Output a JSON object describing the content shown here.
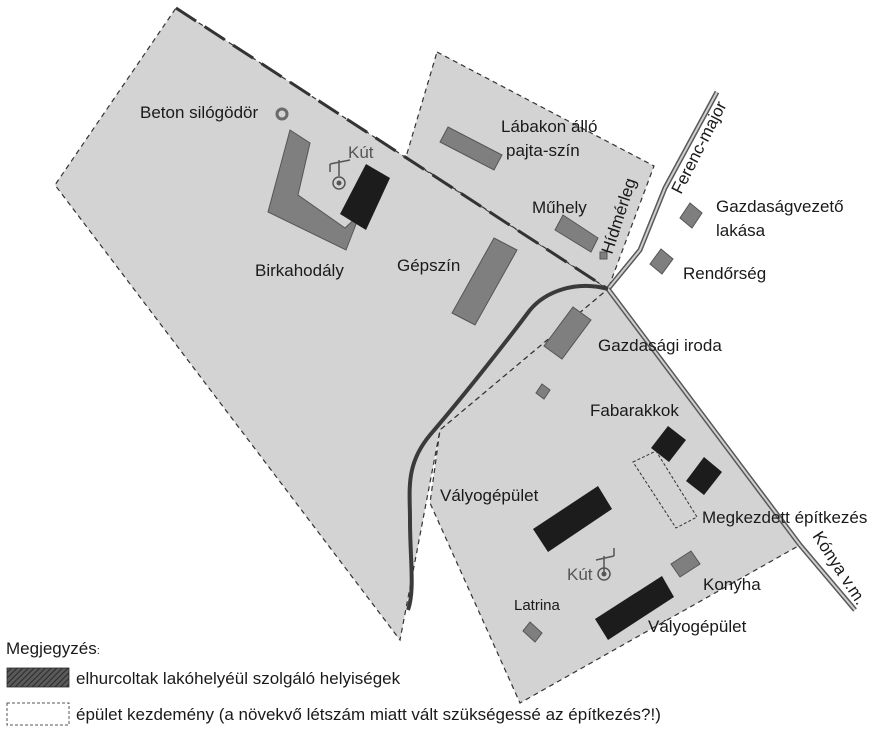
{
  "colors": {
    "area_fill": "#d3d3d3",
    "building_grey": "#7f7f7f",
    "building_black": "#1c1c1c",
    "road": "#595959",
    "path": "#3a3a3a",
    "boundary": "#333333"
  },
  "title": "",
  "labels": {
    "beton_silogodor": "Beton silógödör",
    "kut_top": "Kút",
    "lababon_allo": "Lábakon álló",
    "pajta_szin": "pajta-szín",
    "ferenc_major": "Ferenc-major",
    "hidmerleg": "Hídmérleg",
    "muhely": "Műhely",
    "gazdasagvezeto": "Gazdaságvezető",
    "lakasa": "lakása",
    "birkahodaly": "Birkahodály",
    "gepszin": "Gépszín",
    "rendorseg": "Rendőrség",
    "gazdasagi_iroda": "Gazdasági iroda",
    "fabarakkok": "Fabarakkok",
    "valyogepulet_1": "Vályogépület",
    "megkezdett_epitkezes": "Megkezdett építkezés",
    "konya_vm": "Kónya v.m.",
    "kut_bottom": "Kút",
    "konyha": "Konyha",
    "latrina": "Latrina",
    "valyogepulet_2": "Vályogépület"
  },
  "legend": {
    "heading": "Megjegyzés",
    "heading_suffix": ":",
    "item_hatched": "elhurcoltak lakóhelyéül szolgáló helyiségek",
    "item_dashed": "épület kezdemény (a növekvő létszám miatt vált szükségessé az építkezés?!)"
  }
}
